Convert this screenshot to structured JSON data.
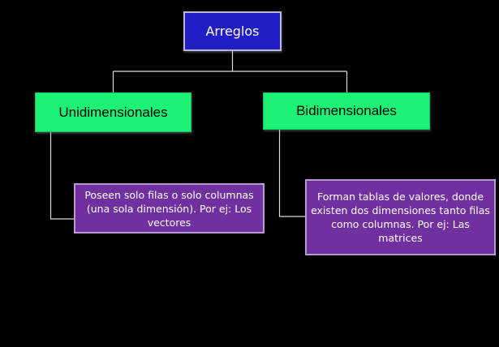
{
  "diagram": {
    "root": {
      "label": "Arreglos"
    },
    "branches": [
      {
        "label": "Unidimensionales",
        "description": "Poseen solo filas o solo columnas (una sola dimensión). Por ej: Los vectores"
      },
      {
        "label": "Bidimensionales",
        "description": "Forman tablas de valores, donde existen dos dimensiones tanto filas como columnas. Por ej: Las matrices"
      }
    ]
  },
  "colors": {
    "background": "#000000",
    "root_fill": "#1f1fc4",
    "level1_fill": "#1cf276",
    "level2_fill": "#7030a0",
    "connector": "#d9d9d9"
  }
}
